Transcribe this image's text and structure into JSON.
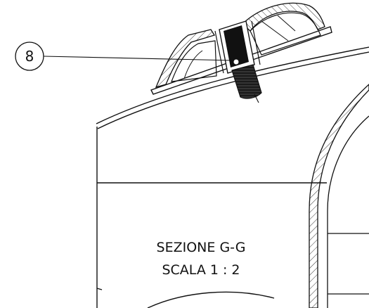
{
  "drawing": {
    "balloon": {
      "number": "8"
    },
    "section_label": {
      "title": "SEZIONE G-G",
      "scale": "SCALA 1 : 2"
    }
  }
}
